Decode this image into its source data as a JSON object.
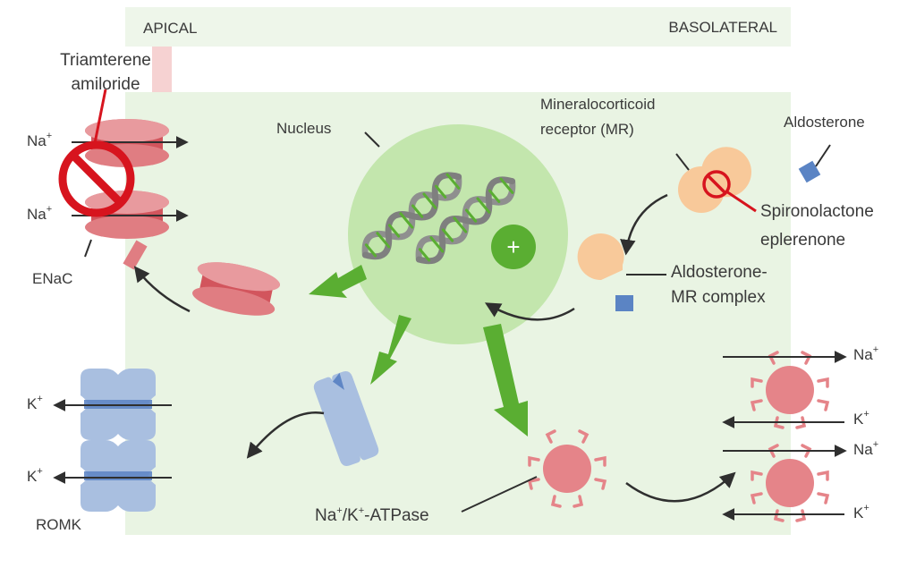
{
  "header": {
    "left": "APICAL",
    "right": "BASOLATERAL"
  },
  "labels": {
    "drug_enac_1": "Triamterene",
    "drug_enac_2": "amiloride",
    "nucleus": "Nucleus",
    "mr_1": "Mineralocorticoid",
    "mr_2": "receptor (MR)",
    "aldosterone": "Aldosterone",
    "drug_mr_1": "Spironolactone",
    "drug_mr_2": "eplerenone",
    "complex_1": "Aldosterone-",
    "complex_2": "MR complex",
    "enac": "ENaC",
    "romk": "ROMK",
    "na": "Na",
    "k": "K",
    "plus_sup": "+",
    "atpase_a": "Na",
    "atpase_b": "/K",
    "atpase_c": "-ATPase",
    "nucleus_plus": "+"
  },
  "colors": {
    "cell": "#e9f4e3",
    "header": "#eef6ea",
    "nucleus": "#c3e6ad",
    "green_arrow": "#5aae32",
    "enac": "#e07d82",
    "enac_dark": "#d2555d",
    "romk": "#a9bfe0",
    "romk_dark": "#5f86c5",
    "atpase": "#e58489",
    "receptor": "#f8c99a",
    "aldosterone": "#5b84c4",
    "inhibit": "#d7141e"
  }
}
